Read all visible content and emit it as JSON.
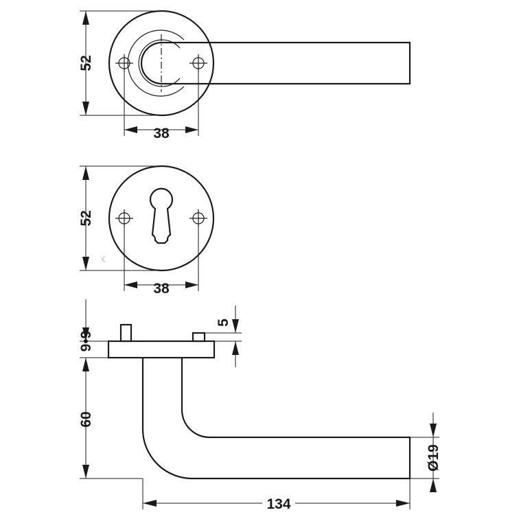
{
  "views": {
    "top": {
      "height_dim": "52",
      "hole_spacing_dim": "38"
    },
    "escutcheon": {
      "height_dim": "52",
      "hole_spacing_dim": "38"
    },
    "side": {
      "rose_thickness_dim": "9•9",
      "pin_height_dim": "5",
      "lever_drop_dim": "60",
      "lever_length_dim": "134",
      "lever_diameter_dim": "Ø19"
    }
  },
  "nav": {
    "prev_glyph": "‹"
  }
}
